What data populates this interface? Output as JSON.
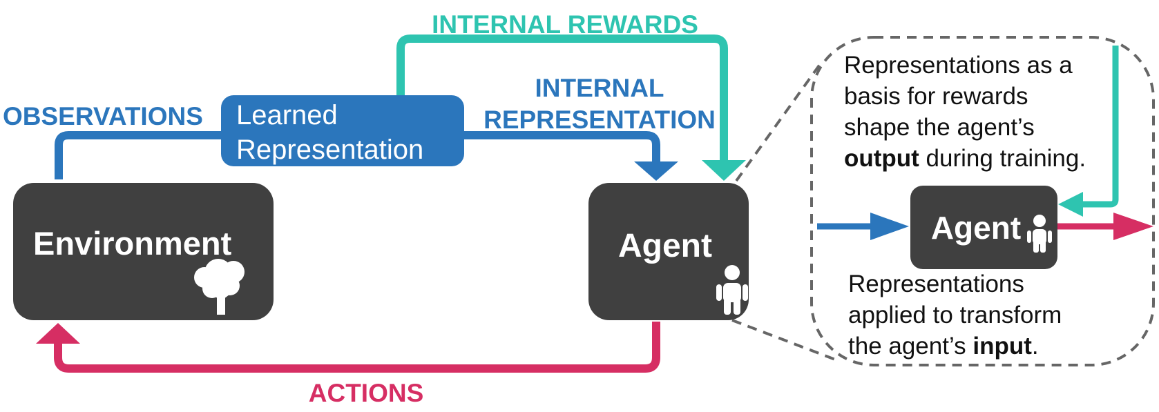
{
  "colors": {
    "observation_blue": "#2B76BC",
    "reward_teal": "#2EC4B0",
    "action_red": "#D62E63",
    "box_dark": "#404040",
    "dash_gray": "#666666"
  },
  "labels": {
    "internal_rewards": "INTERNAL REWARDS",
    "observations": "OBSERVATIONS",
    "internal": "INTERNAL",
    "representation": "REPRESENTATION",
    "actions": "ACTIONS"
  },
  "learned_box": {
    "line1": "Learned",
    "line2": "Representation"
  },
  "environment_box": {
    "title": "Environment",
    "icon": "tree-icon"
  },
  "agent_box": {
    "title": "Agent",
    "icon": "child-icon"
  },
  "callout": {
    "top_lines": [
      "Representations as a",
      "basis for rewards",
      "shape the agent’s"
    ],
    "top_bold": "output",
    "top_rest": " during training.",
    "agent_title": "Agent",
    "bottom_lines": [
      "Representations",
      "applied to transform"
    ],
    "bottom_prefix": "the agent’s ",
    "bottom_bold": "input",
    "bottom_suffix": "."
  }
}
